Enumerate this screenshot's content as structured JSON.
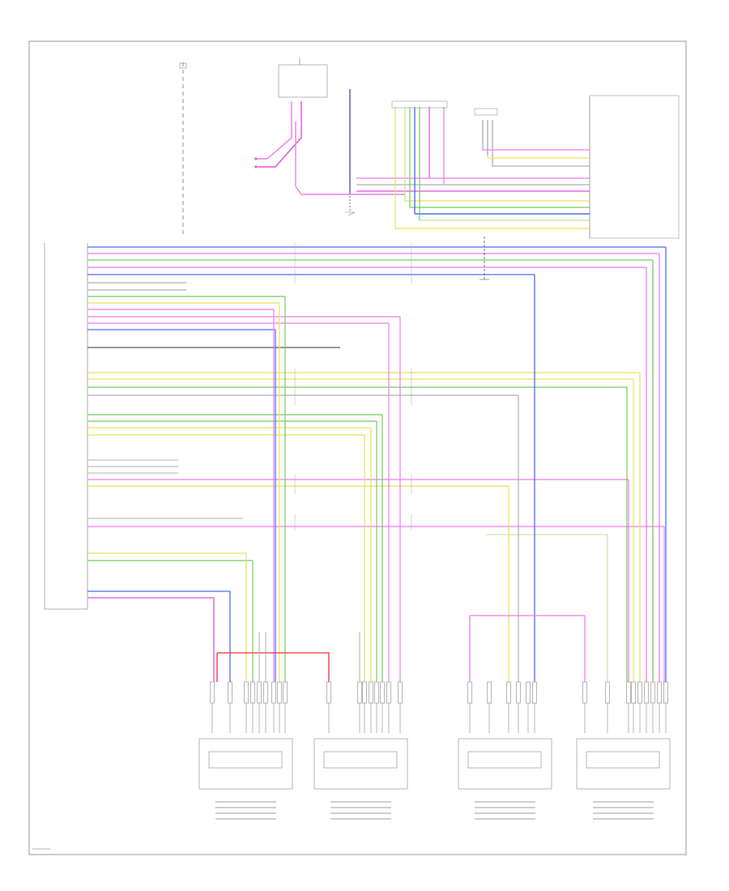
{
  "diagram": {
    "page_number": "",
    "colors": {
      "blue": "#4f6cf2",
      "pink": "#f07cf0",
      "magenta": "#e050e0",
      "green": "#6fcf5e",
      "yellow": "#e6e25a",
      "light_green": "#b9e49a",
      "red": "#ee3030",
      "grey": "#b0b0b0",
      "black": "#333333",
      "frame": "#9a9a9a"
    },
    "modules": [
      {
        "id": "dsm-front",
        "label": ""
      },
      {
        "id": "dsm-rear",
        "label": ""
      },
      {
        "id": "psm-front",
        "label": ""
      },
      {
        "id": "psm-rear",
        "label": ""
      }
    ]
  }
}
